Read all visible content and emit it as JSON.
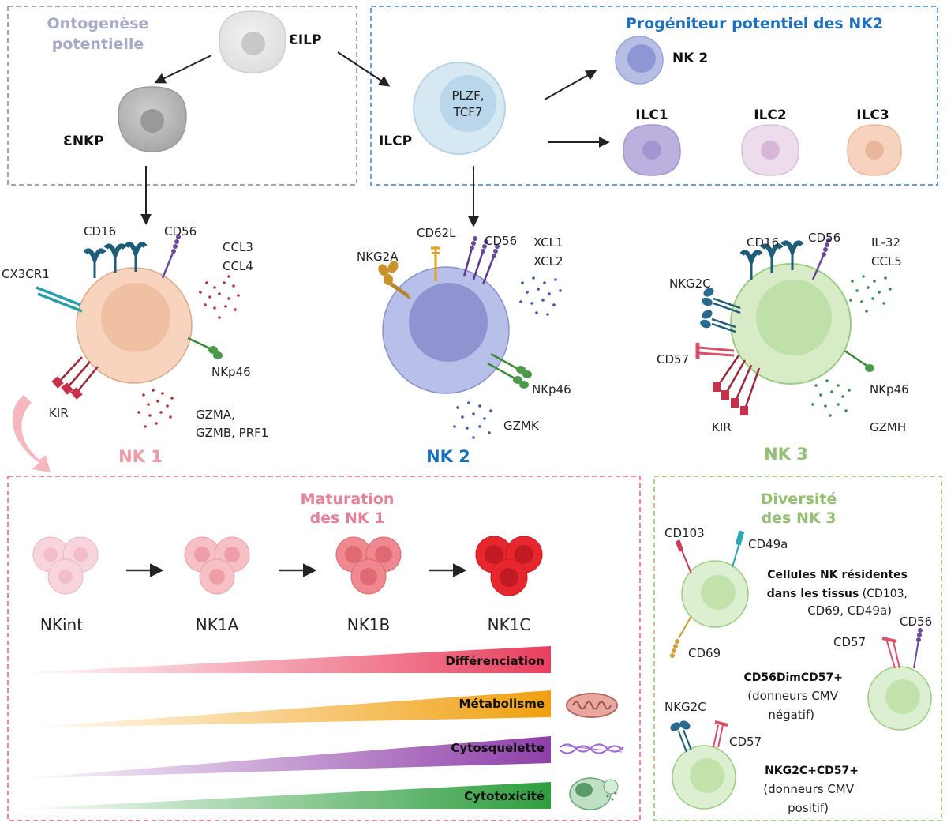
{
  "top": {
    "ontogenese_line1": "Ontogenèse",
    "ontogenese_line2": "potentielle",
    "eilp": "ƐILP",
    "enkp": "ƐNKP",
    "progeniteur_title": "Progéniteur potentiel des NK2",
    "ilcp": "ILCP",
    "plzf_line1": "PLZF,",
    "plzf_line2": "TCF7",
    "nk2_small": "NK 2",
    "ilc1": "ILC1",
    "ilc2": "ILC2",
    "ilc3": "ILC3"
  },
  "nk1": {
    "title": "NK 1",
    "cd16": "CD16",
    "cd56": "CD56",
    "ccl3": "CCL3",
    "ccl4": "CCL4",
    "cx3cr1": "CX3CR1",
    "nkp46": "NKp46",
    "kir": "KIR",
    "gzma": "GZMA,",
    "gzmb": "GZMB, PRF1"
  },
  "nk2": {
    "title": "NK 2",
    "nkg2a": "NKG2A",
    "cd62l": "CD62L",
    "cd56": "CD56",
    "xcl1": "XCL1",
    "xcl2": "XCL2",
    "nkp46": "NKp46",
    "gzmk": "GZMK"
  },
  "nk3": {
    "title": "NK 3",
    "cd16": "CD16",
    "cd56": "CD56",
    "il32": "IL-32",
    "ccl5": "CCL5",
    "nkg2c": "NKG2C",
    "cd57": "CD57",
    "kir": "KIR",
    "nkp46": "NKp46",
    "gzmh": "GZMH"
  },
  "maturation": {
    "title_line1": "Maturation",
    "title_line2": "des NK 1",
    "stages": [
      "NKint",
      "NK1A",
      "NK1B",
      "NK1C"
    ],
    "gradients": [
      {
        "label": "Différenciation",
        "color": "#e8405e"
      },
      {
        "label": "Métabolisme",
        "color": "#f0a010"
      },
      {
        "label": "Cytosquelette",
        "color": "#8e3fa8"
      },
      {
        "label": "Cytotoxicité",
        "color": "#2e9e3e"
      }
    ]
  },
  "diversite": {
    "title_line1": "Diversité",
    "title_line2": "des NK 3",
    "cd103": "CD103",
    "cd49a": "CD49a",
    "cd69": "CD69",
    "resid_line1": "Cellules NK résidentes",
    "resid_line2_bold": "dans les tissus",
    "resid_line2_rest": " (CD103,",
    "resid_line3": "CD69, CD49a)",
    "cd57a": "CD57",
    "cd56": "CD56",
    "dim_title": "CD56DimCD57+",
    "dim_line2": "(donneurs CMV",
    "dim_line3": "négatif)",
    "nkg2c": "NKG2C",
    "cd57b": "CD57",
    "pos_title": "NKG2C+CD57+",
    "pos_line2": "(donneurs CMV",
    "pos_line3": "positif)"
  },
  "colors": {
    "gray_box": "#888888",
    "blue_box": "#3a7fc4",
    "pink_box": "#e0647e",
    "green_box": "#8fbf6a",
    "nk1_title": "#f29aa8",
    "nk2_title": "#1a6fba",
    "nk3_title": "#95bf74"
  }
}
